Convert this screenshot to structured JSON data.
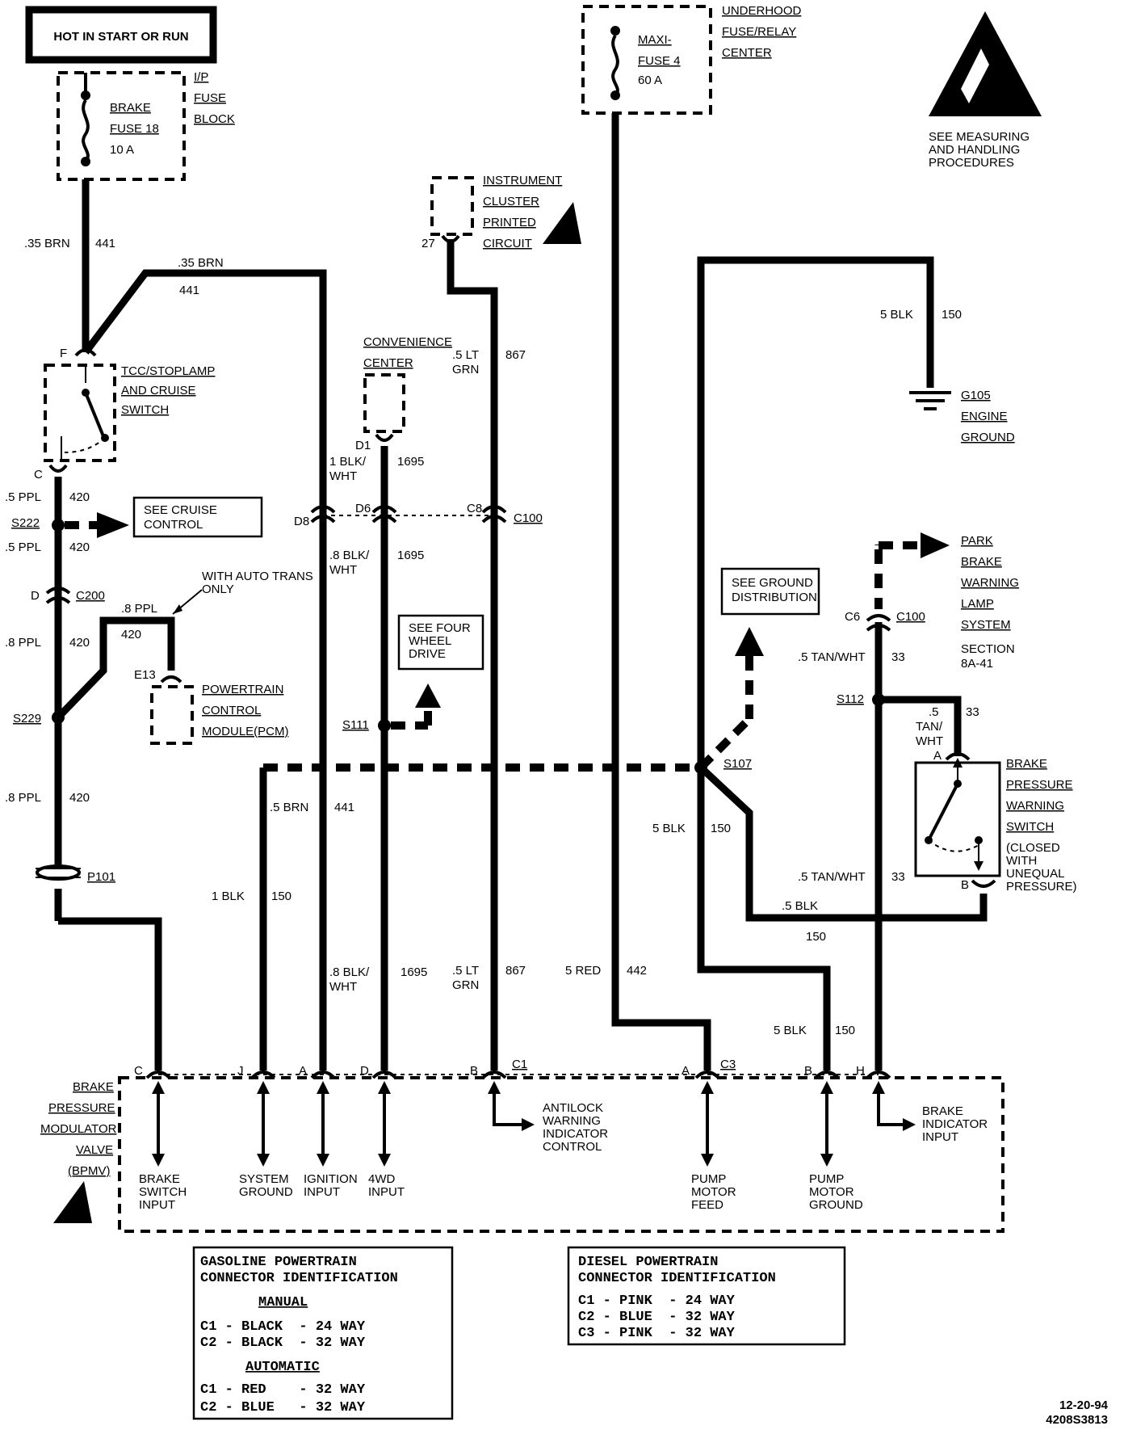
{
  "top_box": "HOT IN START OR RUN",
  "ip_fuse_block": {
    "fuse_line1": "BRAKE",
    "fuse_line2": "FUSE 18",
    "rating": "10 A",
    "lbl1": "I/P",
    "lbl2": "FUSE",
    "lbl3": "BLOCK"
  },
  "underhood": {
    "fuse_line1": "MAXI-",
    "fuse_line2": "FUSE 4",
    "rating": "60 A",
    "lbl1": "UNDERHOOD",
    "lbl2": "FUSE/RELAY",
    "lbl3": "CENTER"
  },
  "esd_note": {
    "l1": "SEE MEASURING",
    "l2": "AND HANDLING",
    "l3": "PROCEDURES"
  },
  "instrument_cluster": {
    "l1": "INSTRUMENT",
    "l2": "CLUSTER",
    "l3": "PRINTED",
    "l4": "CIRCUIT",
    "pin": "27"
  },
  "convenience": {
    "l1": "CONVENIENCE",
    "l2": "CENTER",
    "pin": "D1"
  },
  "tcc_switch": {
    "l1": "TCC/STOPLAMP",
    "l2": "AND CRUISE",
    "l3": "SWITCH",
    "pin_top": "F",
    "pin_bot": "C"
  },
  "ground_g105": {
    "l1": "G105",
    "l2": "ENGINE",
    "l3": "GROUND"
  },
  "wires": {
    "w441a_color": ".35 BRN",
    "w441a_num": "441",
    "w441b_color": ".35 BRN",
    "w441b_num": "441",
    "w420a_color": ".5 PPL",
    "w420a_num": "420",
    "w420b_color": ".5 PPL",
    "w420b_num": "420",
    "w420c_color": ".8 PPL",
    "w420c_num": "420",
    "w420d_color": ".8 PPL",
    "w420d_num": "420",
    "w420e_color": ".8 PPL",
    "w420e_num": "420",
    "w867a_c1": ".5 LT",
    "w867a_c2": "GRN",
    "w867a_num": "867",
    "w867b_c1": ".5 LT",
    "w867b_c2": "GRN",
    "w867b_num": "867",
    "w1695a_c1": "1 BLK/",
    "w1695a_c2": "WHT",
    "w1695a_num": "1695",
    "w1695b_c1": ".8 BLK/",
    "w1695b_c2": "WHT",
    "w1695b_num": "1695",
    "w1695c_c1": ".8 BLK/",
    "w1695c_c2": "WHT",
    "w1695c_num": "1695",
    "w150a_color": "5 BLK",
    "w150a_num": "150",
    "w150b_color": "5 BLK",
    "w150b_num": "150",
    "w150c_color": ".5 BLK",
    "w150c_num": "150",
    "w150d_color": "5 BLK",
    "w150d_num": "150",
    "w150e_color": "1 BLK",
    "w150e_num": "150",
    "w441c_color": ".5 BRN",
    "w441c_num": "441",
    "w442_color": "5 RED",
    "w442_num": "442",
    "w33a_color": ".5 TAN/WHT",
    "w33a_num": "33",
    "w33b_color": ".5 TAN/WHT",
    "w33b_num": "33",
    "w33c_c1": ".5",
    "w33c_c2": "TAN/",
    "w33c_c3": "WHT",
    "w33c_num": "33"
  },
  "splices": {
    "s222": "S222",
    "s229": "S229",
    "s111": "S111",
    "s107": "S107",
    "s112": "S112",
    "p101": "P101"
  },
  "connectors": {
    "c200": "C200",
    "c200_pin": "D",
    "c100a": "C100",
    "c100b": "C100",
    "d8": "D8",
    "d6": "D6",
    "c8": "C8",
    "c6": "C6",
    "c1": "C1",
    "c3": "C3",
    "e13": "E13"
  },
  "refs": {
    "cruise_l1": "SEE CRUISE",
    "cruise_l2": "CONTROL",
    "fwd_l1": "SEE FOUR",
    "fwd_l2": "WHEEL",
    "fwd_l3": "DRIVE",
    "gnd_l1": "SEE GROUND",
    "gnd_l2": "DISTRIBUTION",
    "auto_trans_l1": "WITH AUTO TRANS",
    "auto_trans_l2": "ONLY"
  },
  "pcm": {
    "l1": "POWERTRAIN",
    "l2": "CONTROL",
    "l3": "MODULE(PCM)"
  },
  "park_brake": {
    "l1": "PARK",
    "l2": "BRAKE",
    "l3": "WARNING",
    "l4": "LAMP",
    "l5": "SYSTEM",
    "l6": "SECTION",
    "l7": "8A-41"
  },
  "pressure_switch": {
    "l1": "BRAKE",
    "l2": "PRESSURE",
    "l3": "WARNING",
    "l4": "SWITCH",
    "l5": "(CLOSED",
    "l6": "WITH",
    "l7": "UNEQUAL",
    "l8": "PRESSURE)",
    "pin_a": "A",
    "pin_b": "B"
  },
  "bpmv": {
    "l1": "BRAKE",
    "l2": "PRESSURE",
    "l3": "MODULATOR",
    "l4": "VALVE",
    "l5": "(BPMV)",
    "pins": [
      "C",
      "J",
      "A",
      "D",
      "B",
      "A",
      "B",
      "H"
    ],
    "brake_switch": [
      "BRAKE",
      "SWITCH",
      "INPUT"
    ],
    "system_ground": [
      "SYSTEM",
      "GROUND"
    ],
    "ignition": [
      "IGNITION",
      "INPUT"
    ],
    "fwd": [
      "4WD",
      "INPUT"
    ],
    "antilock": [
      "ANTILOCK",
      "WARNING",
      "INDICATOR",
      "CONTROL"
    ],
    "pump_feed": [
      "PUMP",
      "MOTOR",
      "FEED"
    ],
    "pump_ground": [
      "PUMP",
      "MOTOR",
      "GROUND"
    ],
    "brake_indicator": [
      "BRAKE",
      "INDICATOR",
      "INPUT"
    ]
  },
  "gas_table": {
    "title1": "GASOLINE POWERTRAIN",
    "title2": "CONNECTOR IDENTIFICATION",
    "manual": "MANUAL",
    "m1": "C1 - BLACK  - 24 WAY",
    "m2": "C2 - BLACK  - 32 WAY",
    "automatic": "AUTOMATIC",
    "a1": "C1 - RED    - 32 WAY",
    "a2": "C2 - BLUE   - 32 WAY"
  },
  "diesel_table": {
    "title1": "DIESEL POWERTRAIN",
    "title2": "CONNECTOR IDENTIFICATION",
    "r1": "C1 - PINK  - 24 WAY",
    "r2": "C2 - BLUE  - 32 WAY",
    "r3": "C3 - PINK  - 32 WAY"
  },
  "footer": {
    "date": "12-20-94",
    "code": "4208S3813"
  }
}
